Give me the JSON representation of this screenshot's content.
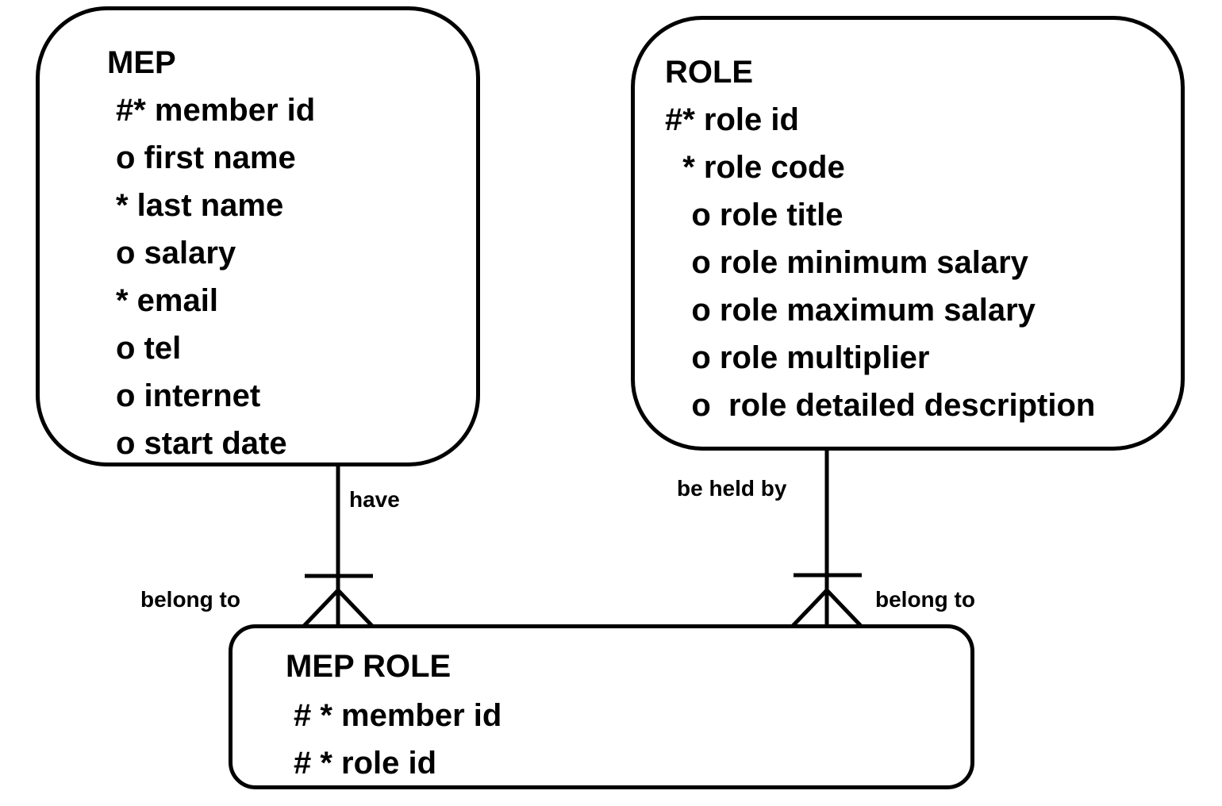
{
  "entities": {
    "mep": {
      "title": "MEP",
      "attributes": [
        "#* member id",
        "o first name",
        "* last name",
        "o salary",
        "* email",
        "o tel",
        "o internet",
        "o start date"
      ]
    },
    "role": {
      "title": "ROLE",
      "attributes": [
        "#* role id",
        "  * role code",
        "   o role title",
        "   o role minimum salary",
        "   o role maximum salary",
        "   o role multiplier",
        "   o  role detailed description"
      ]
    },
    "mep_role": {
      "title": "MEP ROLE",
      "attributes": [
        "# * member id",
        "# * role id"
      ]
    }
  },
  "relationships": {
    "mep_to_mep_role": {
      "label_top": "have",
      "label_bottom": "belong to",
      "cardinality_at_mep_role": "one-or-many"
    },
    "role_to_mep_role": {
      "label_top": "be held by",
      "label_bottom": "belong to",
      "cardinality_at_mep_role": "one-or-many"
    }
  },
  "colors": {
    "stroke": "#000000",
    "background": "#ffffff"
  }
}
